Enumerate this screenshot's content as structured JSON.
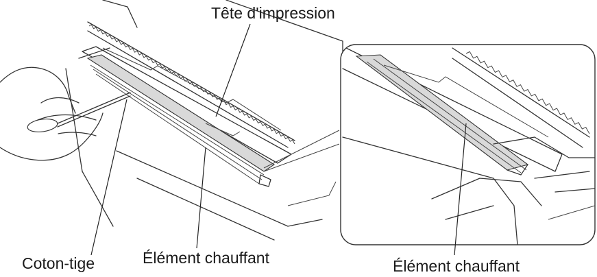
{
  "labels": {
    "print_head": "Tête d'impression",
    "cotton_swab": "Coton-tige",
    "heating_element_main": "Élément chauffant",
    "heating_element_zoom": "Élément chauffant"
  },
  "colors": {
    "line": "#333333",
    "shade": "#d9d9d9",
    "background": "#ffffff"
  }
}
